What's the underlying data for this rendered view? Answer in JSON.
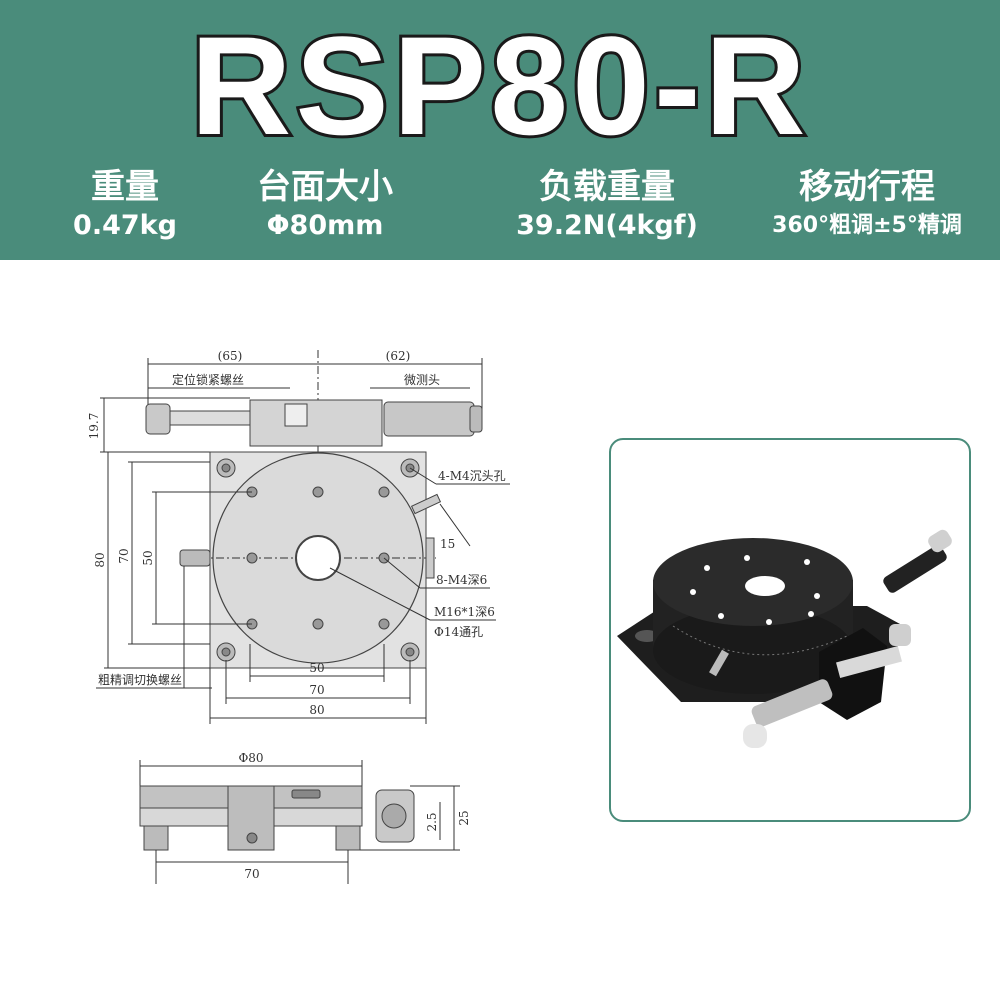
{
  "banner": {
    "model": "RSP80-R",
    "specs": [
      {
        "label": "重量",
        "value": "0.47kg"
      },
      {
        "label": "台面大小",
        "value": "Φ80mm"
      },
      {
        "label": "负载重量",
        "value": "39.2N(4kgf)"
      },
      {
        "label": "移动行程",
        "value": "360°粗调±5°精调"
      }
    ]
  },
  "drawing": {
    "dims": {
      "top_left": "(65)",
      "top_right": "(62)",
      "height_19_7": "19.7",
      "h80": "80",
      "h70": "70",
      "h50": "50",
      "w50": "50",
      "w70": "70",
      "w80": "80",
      "d15": "15",
      "phi80": "Φ80",
      "side_w70": "70",
      "side_25": "25",
      "side_2_5": "2.5"
    },
    "labels": {
      "lock_screw": "定位锁紧螺丝",
      "micrometer": "微测头",
      "m4_counterbore": "4-M4沉头孔",
      "m4_depth": "8-M4深6",
      "m16": "M16*1深6",
      "through_hole": "Φ14通孔",
      "switch_screw": "粗精调切换螺丝"
    }
  },
  "colors": {
    "banner": "#4a8c7b",
    "text_on_banner": "#ffffff",
    "frame": "#4a8c7b"
  }
}
